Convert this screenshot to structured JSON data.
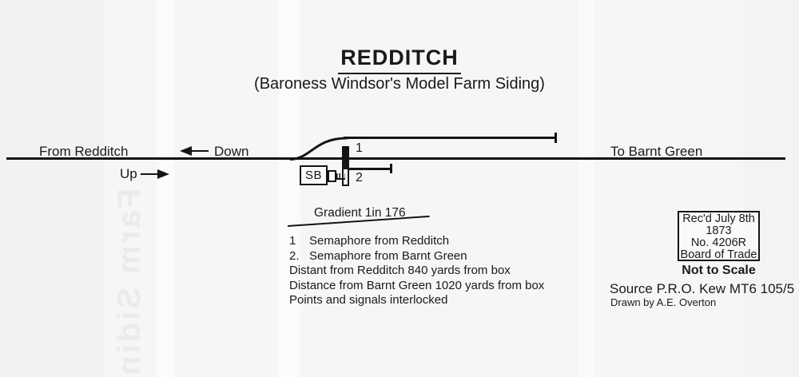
{
  "title": "REDDITCH",
  "subtitle": "(Baroness Windsor's Model Farm Siding)",
  "track": {
    "left_label": "From Redditch",
    "right_label": "To Barnt Green",
    "down_label": "Down",
    "up_label": "Up",
    "down_arrow_icon": "arrow-left",
    "up_arrow_icon": "arrow-right",
    "signal_box_label": "SB",
    "signal_1_label": "1",
    "signal_2_label": "2"
  },
  "gradient": {
    "label": "Gradient 1in 176"
  },
  "notes": {
    "signals": [
      {
        "num": "1",
        "text": "Semaphore from Redditch"
      },
      {
        "num": "2.",
        "text": "Semaphore from Barnt Green"
      }
    ],
    "lines": [
      "Distant from Redditch 840 yards from box",
      "Distance from Barnt Green 1020 yards from box",
      "Points and signals interlocked"
    ]
  },
  "stamp": {
    "lines": [
      "Rec'd July 8th",
      "1873",
      "No. 4206R",
      "Board of Trade"
    ],
    "scale_note": "Not to Scale"
  },
  "credits": {
    "source": "Source P.R.O. Kew MT6 105/5",
    "drawn_by": "Drawn by A.E. Overton"
  },
  "artifacts": {
    "ghost_text": "Farm Siding"
  },
  "colors": {
    "ink": "#141414",
    "paper": "#f6f6f5"
  }
}
